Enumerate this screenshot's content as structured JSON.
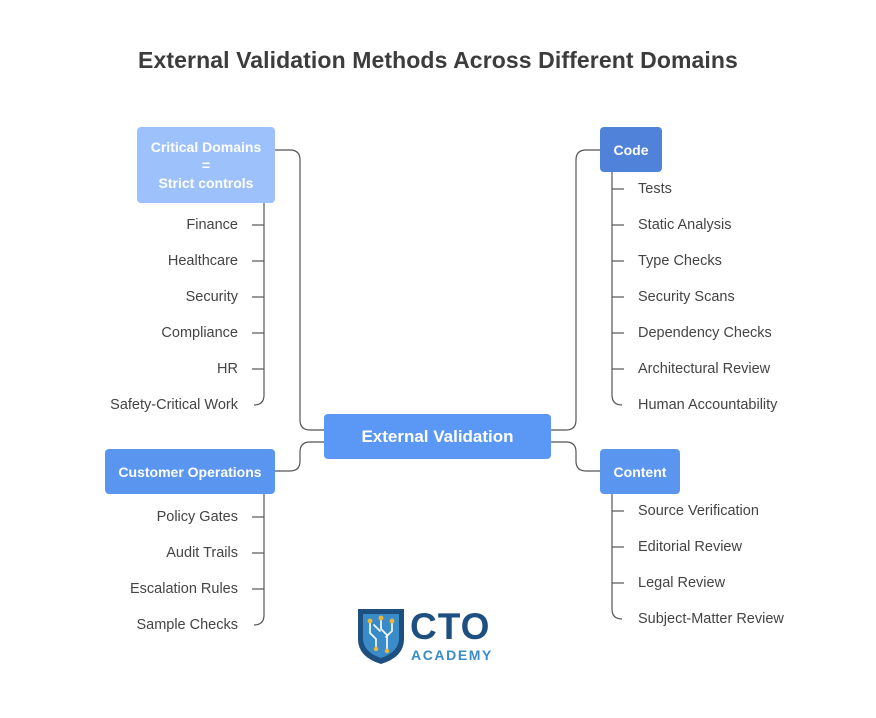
{
  "title": "External Validation Methods Across Different Domains",
  "colors": {
    "light_node": "#9dc2fb",
    "mid_node": "#5a96f0",
    "dark_node": "#4f82d8",
    "center_node": "#5b97f5",
    "line": "#555555"
  },
  "center": {
    "label": "External Validation"
  },
  "branches": {
    "critical": {
      "label_line1": "Critical Domains",
      "label_line2": "=",
      "label_line3": "Strict controls",
      "items": [
        "Finance",
        "Healthcare",
        "Security",
        "Compliance",
        "HR",
        "Safety-Critical Work"
      ]
    },
    "customer": {
      "label": "Customer Operations",
      "items": [
        "Policy Gates",
        "Audit Trails",
        "Escalation Rules",
        "Sample Checks"
      ]
    },
    "code": {
      "label": "Code",
      "items": [
        "Tests",
        "Static Analysis",
        "Type Checks",
        "Security Scans",
        "Dependency Checks",
        "Architectural Review",
        "Human Accountability"
      ]
    },
    "content": {
      "label": "Content",
      "items": [
        "Source Verification",
        "Editorial Review",
        "Legal Review",
        "Subject-Matter Review"
      ]
    }
  },
  "logo": {
    "brand": "CTO",
    "sub": "ACADEMY",
    "icon": "circuit-shield-icon"
  }
}
